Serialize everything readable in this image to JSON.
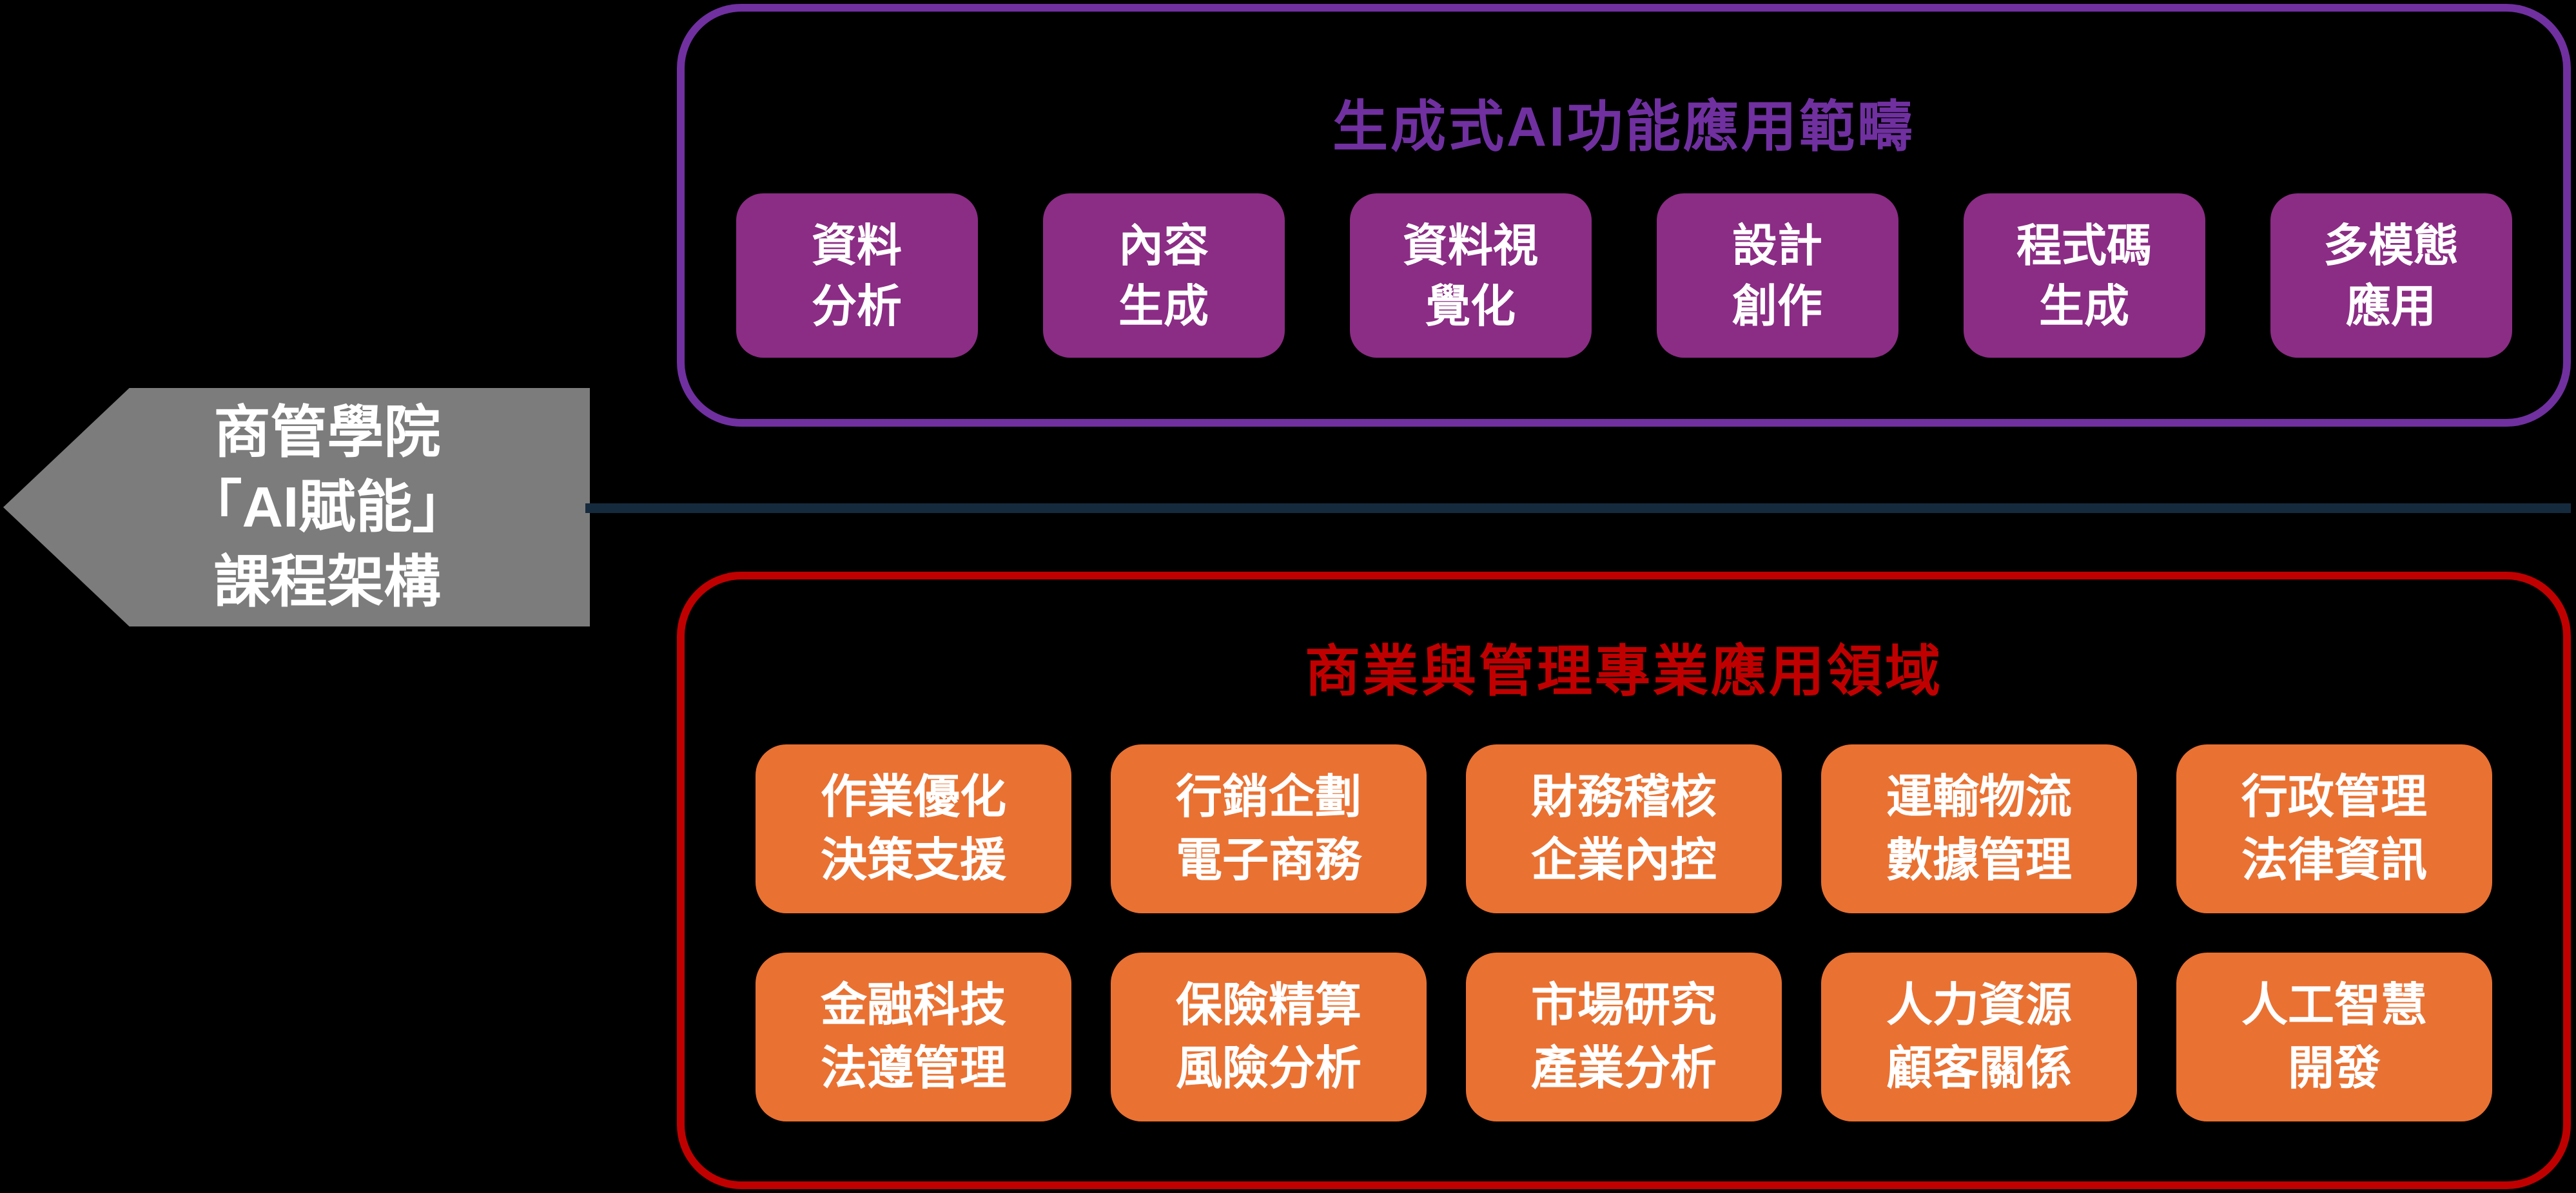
{
  "page": {
    "background_color": "#000000"
  },
  "arrow": {
    "label": "商管學院\n「AI賦能」\n課程架構",
    "fill_color": "#7C7C7C",
    "text_color": "#FFFFFF"
  },
  "connector": {
    "color": "#162A3E"
  },
  "top_section": {
    "title": "生成式AI功能應用範疇",
    "title_color": "#7030A0",
    "border_color": "#7030A0",
    "button_color": "#8B2C85",
    "buttons": [
      {
        "label": "資料\n分析"
      },
      {
        "label": "內容\n生成"
      },
      {
        "label": "資料視\n覺化"
      },
      {
        "label": "設計\n創作"
      },
      {
        "label": "程式碼\n生成"
      },
      {
        "label": "多模態\n應用"
      }
    ]
  },
  "bottom_section": {
    "title": "商業與管理專業應用領域",
    "title_color": "#C00000",
    "border_color": "#C00000",
    "button_color": "#E97132",
    "rows": [
      [
        {
          "label": "作業優化\n決策支援"
        },
        {
          "label": "行銷企劃\n電子商務"
        },
        {
          "label": "財務稽核\n企業內控"
        },
        {
          "label": "運輸物流\n數據管理"
        },
        {
          "label": "行政管理\n法律資訊"
        }
      ],
      [
        {
          "label": "金融科技\n法遵管理"
        },
        {
          "label": "保險精算\n風險分析"
        },
        {
          "label": "市場研究\n產業分析"
        },
        {
          "label": "人力資源\n顧客關係"
        },
        {
          "label": "人工智慧\n開發"
        }
      ]
    ]
  }
}
